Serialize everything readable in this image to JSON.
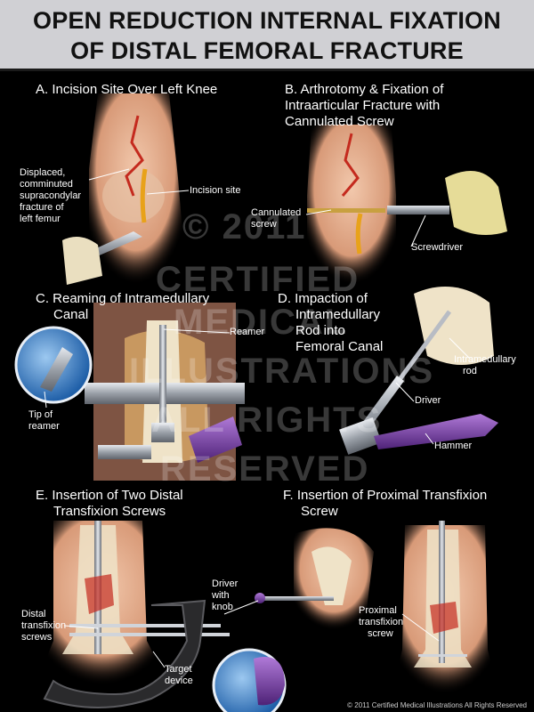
{
  "title": {
    "line1": "OPEN REDUCTION INTERNAL FIXATION",
    "line2": "OF DISTAL FEMORAL FRACTURE"
  },
  "panels": {
    "a": {
      "title": "A. Incision Site Over Left Knee",
      "labels": {
        "fracture_l1": "Displaced,",
        "fracture_l2": "comminuted",
        "fracture_l3": "supracondylar",
        "fracture_l4": "fracture of",
        "fracture_l5": "left femur",
        "incision": "Incision site"
      }
    },
    "b": {
      "title_l1": "B. Arthrotomy & Fixation of",
      "title_l2": "Intraarticular Fracture with",
      "title_l3": "Cannulated Screw",
      "labels": {
        "screw_l1": "Cannulated",
        "screw_l2": "screw",
        "screwdriver": "Screwdriver"
      }
    },
    "c": {
      "title_l1": "C. Reaming of Intramedullary",
      "title_l2": "Canal",
      "labels": {
        "reamer": "Reamer",
        "tip_l1": "Tip of",
        "tip_l2": "reamer"
      }
    },
    "d": {
      "title_l1": "D. Impaction of",
      "title_l2": "Intramedullary",
      "title_l3": "Rod into",
      "title_l4": "Femoral Canal",
      "labels": {
        "rod_l1": "Intramedullary",
        "rod_l2": "rod",
        "driver": "Driver",
        "hammer": "Hammer"
      }
    },
    "e": {
      "title_l1": "E. Insertion of Two Distal",
      "title_l2": "Transfixion Screws",
      "labels": {
        "screws_l1": "Distal",
        "screws_l2": "transfixion",
        "screws_l3": "screws",
        "target_l1": "Target",
        "target_l2": "device"
      }
    },
    "f": {
      "title_l1": "F. Insertion of Proximal Transfixion",
      "title_l2": "Screw",
      "labels": {
        "driver_l1": "Driver",
        "driver_l2": "with",
        "driver_l3": "knob",
        "prox_l1": "Proximal",
        "prox_l2": "transfixion",
        "prox_l3": "screw"
      }
    }
  },
  "watermark": {
    "line1": "© 2011",
    "line2": "CERTIFIED",
    "line3": "MEDICAL",
    "line4": "ILLUSTRATIONS",
    "line5": "ALL RIGHTS",
    "line6": "RESERVED"
  },
  "copyright": "© 2011 Certified Medical Illustrations All Rights Reserved",
  "colors": {
    "skin": "#e8b89a",
    "bone": "#efe3c8",
    "instrument": "#b8bcc4",
    "handle_purple": "#7a3fa8",
    "glove": "#e8e0a0",
    "inset_blue": "#3a7fc8"
  }
}
